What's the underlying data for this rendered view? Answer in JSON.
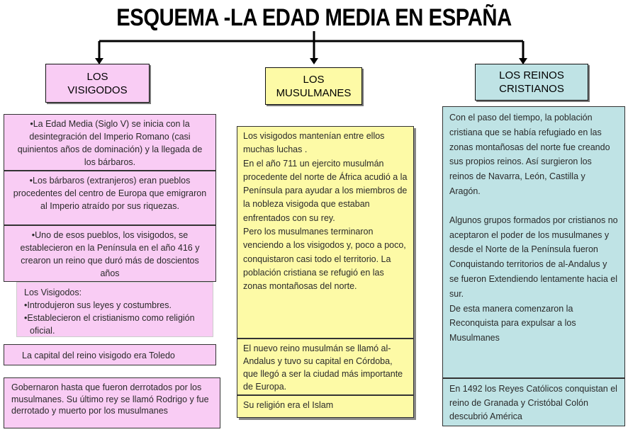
{
  "title": "ESQUEMA -LA EDAD MEDIA EN ESPAÑA",
  "colors": {
    "pink": "#f9ccf4",
    "yellow": "#fdfaa6",
    "teal": "#bfe3e5"
  },
  "visigodos": {
    "header": [
      "LOS",
      "VISIGODOS"
    ],
    "boxes": [
      "•La Edad Media (Siglo V) se inicia con la desintegración del Imperio Romano (casi quinientos años de dominación) y la llegada de los bárbaros.",
      "•Los bárbaros (extranjeros) eran pueblos procedentes del centro de Europa que emigraron al Imperio atraído por sus riquezas.",
      "•Uno de esos pueblos, los visigodos, se establecieron en la Península  en el año 416 y crearon un reino que duró más de doscientos años"
    ],
    "list": {
      "heading": "Los Visigodos:",
      "items": [
        "•Introdujeron sus leyes y costumbres.",
        "•Establecieron el cristianismo como religión oficial."
      ]
    },
    "capital": "La capital del reino visigodo era Toledo",
    "last": "Gobernaron hasta que fueron derrotados por los musulmanes. Su último rey se llamó Rodrigo y fue derrotado y muerto por los musulmanes"
  },
  "musulmanes": {
    "header": [
      "LOS",
      "MUSULMANES"
    ],
    "main": [
      "Los visigodos mantenían entre ellos muchas luchas .",
      "En  el año 711 un ejercito musulmán procedente del norte de África acudió a la Península para ayudar a los miembros de la nobleza visigoda que estaban enfrentados con su rey.",
      "Pero los musulmanes  terminaron venciendo a los visigodos y, poco a poco, conquistaron casi todo el territorio. La población cristiana se refugió en las zonas montañosas del norte."
    ],
    "reino": "El nuevo reino musulmán se llamó al-Andalus  y tuvo su capital en Córdoba, que llegó a ser la ciudad más importante de Europa.",
    "religion": "Su religión era el Islam"
  },
  "cristianos": {
    "header": [
      "LOS REINOS",
      "CRISTIANOS"
    ],
    "main1": "Con el paso del tiempo, la población cristiana que se había refugiado en las zonas montañosas del norte  fue creando sus propios reinos. Así surgieron los reinos de Navarra, León, Castilla y Aragón.",
    "main2": "Algunos grupos formados por cristianos  no aceptaron el poder de los musulmanes y desde el Norte de la Península fueron Conquistando territorios de al-Andalus y se fueron Extendiendo lentamente hacia el sur.",
    "main3": "De esta manera comenzaron la Reconquista para expulsar a los Musulmanes",
    "last": "En 1492 los Reyes Católicos conquistan el reino de Granada y Cristóbal  Colón descubrió América"
  }
}
